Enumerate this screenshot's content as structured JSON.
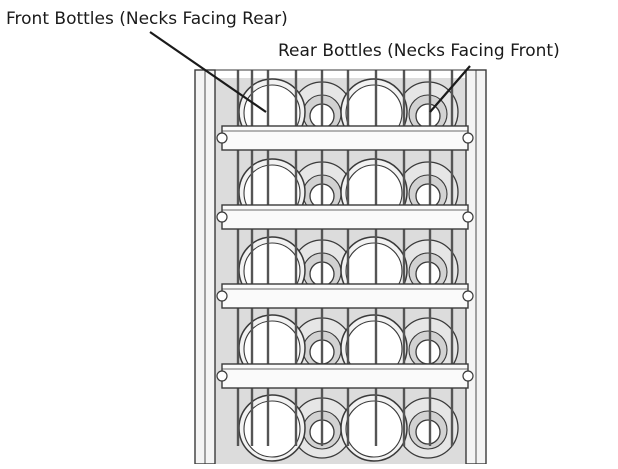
{
  "callouts": {
    "front": "Front Bottles (Necks Facing Rear)",
    "rear": "Rear Bottles (Necks Facing Front)"
  },
  "rack": {
    "shelf_count": 5,
    "bottle_pairs_per_shelf": 2
  },
  "colors": {
    "line": "#3a3a3a",
    "frame_fill": "#f4f4f4",
    "rear_bottle_fill": "#e6e6e6",
    "front_bottle_fill": "#ffffff",
    "back_wall": "#dcdcdc"
  }
}
